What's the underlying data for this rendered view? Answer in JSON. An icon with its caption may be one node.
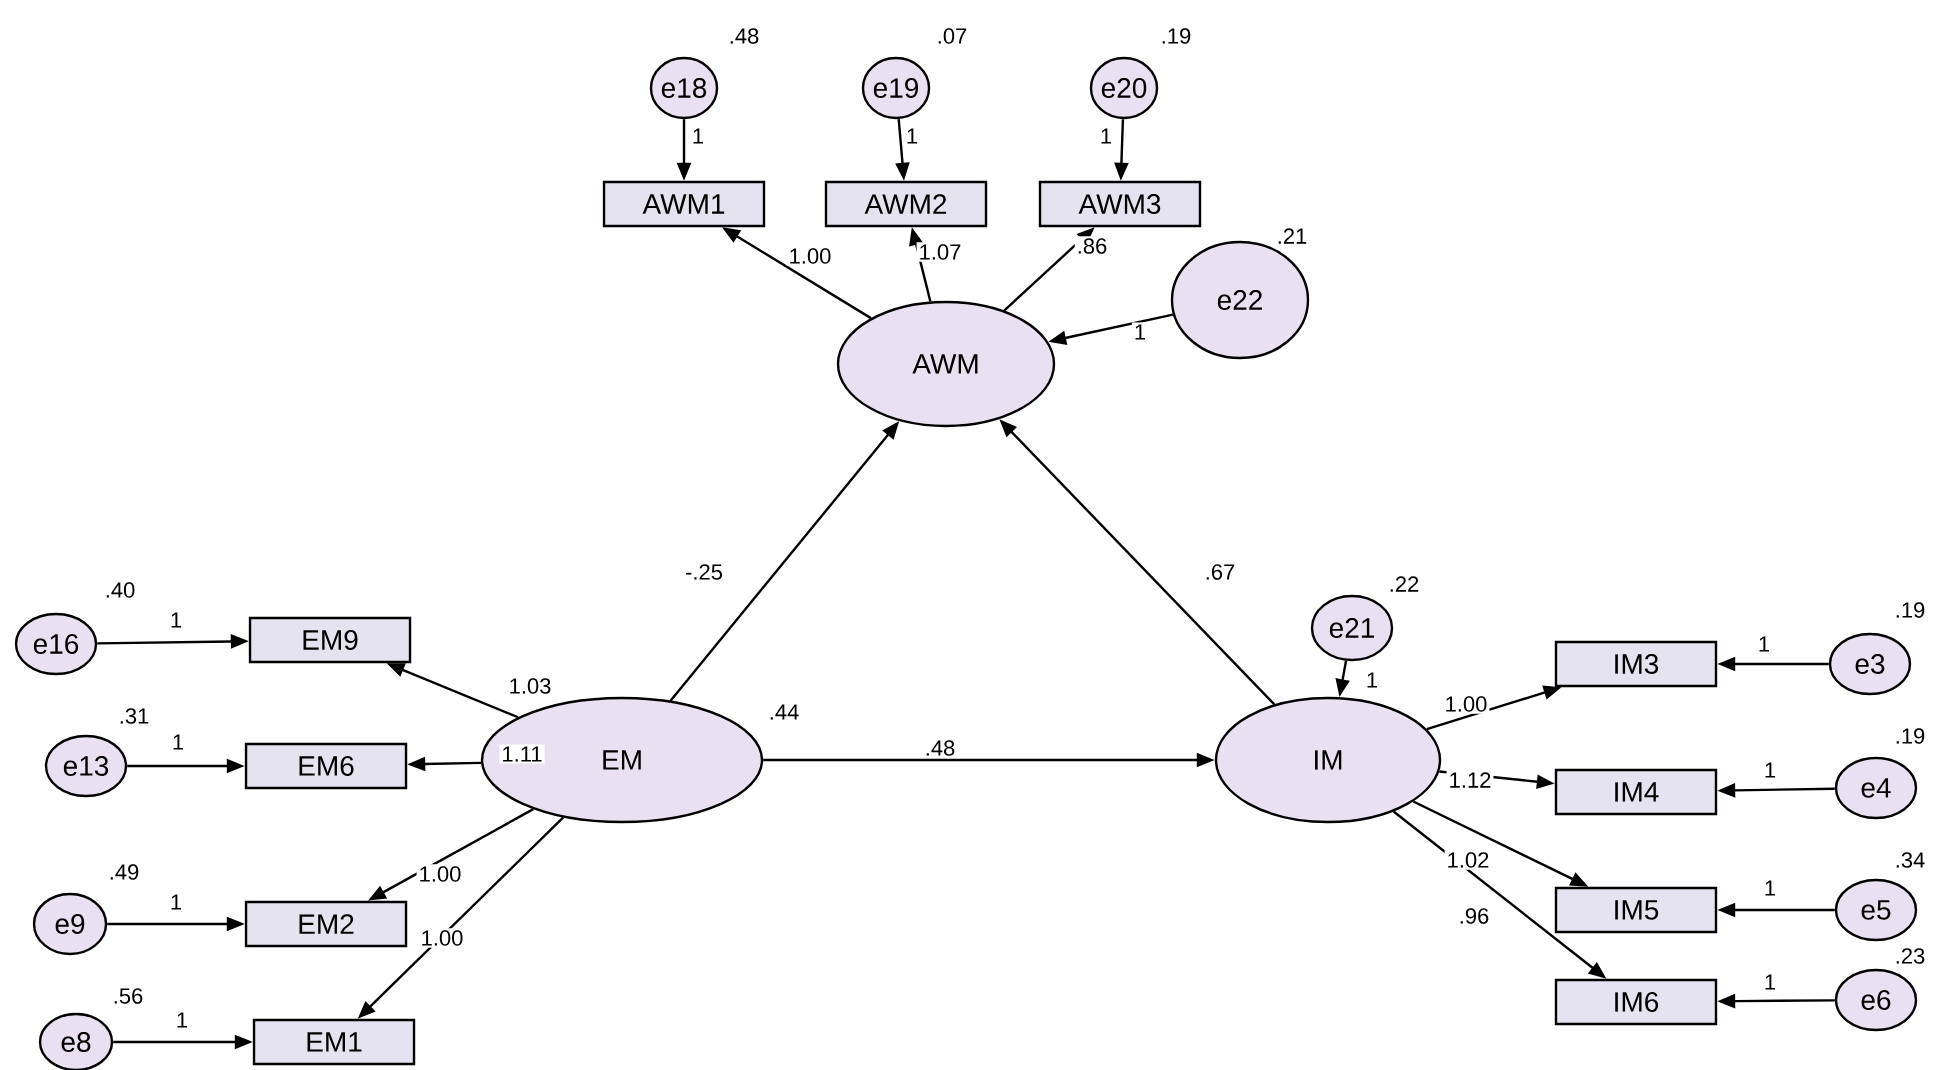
{
  "diagram": {
    "nodes": [
      {
        "text": [
          "e18"
        ],
        "beside": [
          ".48"
        ]
      },
      {
        "text": [
          "e19"
        ],
        "beside": [
          ".07"
        ]
      },
      {
        "text": [
          "e20"
        ],
        "beside": [
          ".19"
        ]
      },
      {
        "text": [
          "AWM1"
        ]
      },
      {
        "text": [
          "AWM2"
        ]
      },
      {
        "text": [
          "AWM3"
        ]
      },
      {
        "text": [
          "e22"
        ],
        "beside": [
          ".21"
        ]
      },
      {
        "text": [
          "AWM"
        ]
      },
      {
        "text": [
          "e16"
        ],
        "beside": [
          ".40"
        ]
      },
      {
        "text": [
          "EM9"
        ]
      },
      {
        "text": [
          "e13"
        ],
        "beside": [
          ".31"
        ]
      },
      {
        "text": [
          "EM6"
        ]
      },
      {
        "text": [
          "e9"
        ],
        "beside": [
          ".49"
        ]
      },
      {
        "text": [
          "EM2"
        ]
      },
      {
        "text": [
          "e8"
        ],
        "beside": [
          ".56"
        ]
      },
      {
        "text": [
          "EM1"
        ]
      },
      {
        "text": [
          "EM"
        ],
        "beside": [
          ".44"
        ]
      },
      {
        "text": [
          "e21"
        ],
        "beside": [
          ".22"
        ]
      },
      {
        "text": [
          "IM"
        ]
      },
      {
        "text": [
          "IM3"
        ]
      },
      {
        "text": [
          "e3"
        ],
        "beside": [
          ".19"
        ]
      },
      {
        "text": [
          "IM4"
        ]
      },
      {
        "text": [
          "e4"
        ],
        "beside": [
          ".19"
        ]
      },
      {
        "text": [
          "IM5"
        ]
      },
      {
        "text": [
          "e5"
        ],
        "beside": [
          ".34"
        ]
      },
      {
        "text": [
          "IM6"
        ]
      },
      {
        "text": [
          "e6"
        ],
        "beside": [
          ".23"
        ]
      }
    ],
    "edges": [
      {
        "from": 0,
        "to": 3,
        "arrow": "to",
        "label": "1"
      },
      {
        "from": 1,
        "to": 4,
        "arrow": "to",
        "label": "1"
      },
      {
        "from": 2,
        "to": 5,
        "arrow": "to",
        "label": "1"
      },
      {
        "from": 7,
        "to": 3,
        "arrow": "to",
        "label": "1.00"
      },
      {
        "from": 7,
        "to": 4,
        "arrow": "to",
        "label": "1.07"
      },
      {
        "from": 7,
        "to": 5,
        "arrow": "to",
        "label": ".86"
      },
      {
        "from": 6,
        "to": 7,
        "arrow": "to",
        "label": "1"
      },
      {
        "from": 16,
        "to": 7,
        "arrow": "to",
        "label": "-.25"
      },
      {
        "from": 18,
        "to": 7,
        "arrow": "to",
        "label": ".67"
      },
      {
        "from": 16,
        "to": 18,
        "arrow": "to",
        "label": ".48"
      },
      {
        "from": 8,
        "to": 9,
        "arrow": "to",
        "label": "1"
      },
      {
        "from": 16,
        "to": 9,
        "arrow": "to",
        "label": "1.03"
      },
      {
        "from": 10,
        "to": 11,
        "arrow": "to",
        "label": "1"
      },
      {
        "from": 16,
        "to": 11,
        "arrow": "to",
        "label": "1.11"
      },
      {
        "from": 12,
        "to": 13,
        "arrow": "to",
        "label": "1"
      },
      {
        "from": 16,
        "to": 13,
        "arrow": "to",
        "label": "1.00"
      },
      {
        "from": 14,
        "to": 15,
        "arrow": "to",
        "label": "1"
      },
      {
        "from": 16,
        "to": 15,
        "arrow": "to",
        "label": "1.00"
      },
      {
        "from": 17,
        "to": 18,
        "arrow": "to",
        "label": "1"
      },
      {
        "from": 18,
        "to": 19,
        "arrow": "to",
        "label": "1.00"
      },
      {
        "from": 20,
        "to": 19,
        "arrow": "to",
        "label": "1"
      },
      {
        "from": 18,
        "to": 21,
        "arrow": "to",
        "label": "1.12"
      },
      {
        "from": 22,
        "to": 21,
        "arrow": "to",
        "label": "1"
      },
      {
        "from": 18,
        "to": 23,
        "arrow": "to",
        "label": "1.02"
      },
      {
        "from": 24,
        "to": 23,
        "arrow": "to",
        "label": "1"
      },
      {
        "from": 18,
        "to": 25,
        "arrow": "to",
        "label": ".96"
      },
      {
        "from": 26,
        "to": 25,
        "arrow": "to",
        "label": "1"
      }
    ]
  }
}
